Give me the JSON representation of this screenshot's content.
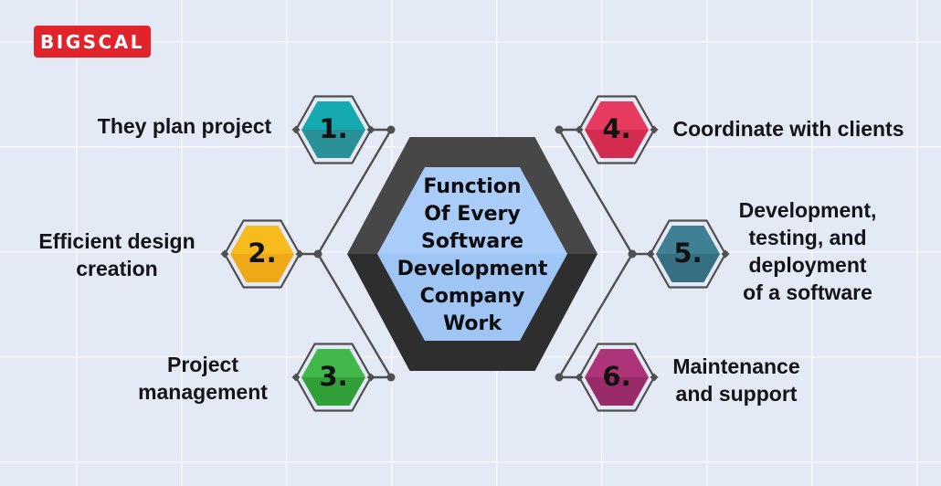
{
  "logo": {
    "text": "BIGSCAL",
    "bg_color": "#e1232b"
  },
  "background": {
    "color": "#e4e9f6",
    "grid_color": "rgba(255,255,255,0.7)"
  },
  "connector_color": "#4f4f4f",
  "center": {
    "title": "Function Of Every Software Development Company Work",
    "lines": [
      "Function",
      "Of Every",
      "Software",
      "Development",
      "Company",
      "Work"
    ],
    "fill_top": "#a9ccf8",
    "fill_bottom": "#9ec5f4",
    "frame_top": "#474747",
    "frame_bottom": "#2e2e2e"
  },
  "items": [
    {
      "number": "1.",
      "label": "They plan project",
      "top": "#15a9b0",
      "bottom": "#2b9198"
    },
    {
      "number": "2.",
      "label": "Efficient design\ncreation",
      "top": "#f7bb1e",
      "bottom": "#efa816"
    },
    {
      "number": "3.",
      "label": "Project\nmanagement",
      "top": "#42b84a",
      "bottom": "#31a039"
    },
    {
      "number": "4.",
      "label": "Coordinate with clients",
      "top": "#e63a5e",
      "bottom": "#d32c50"
    },
    {
      "number": "5.",
      "label": "Development,\ntesting, and\ndeployment\nof a software",
      "top": "#408094",
      "bottom": "#356f81"
    },
    {
      "number": "6.",
      "label": "Maintenance\nand support",
      "top": "#ac3477",
      "bottom": "#9a2b69"
    }
  ]
}
